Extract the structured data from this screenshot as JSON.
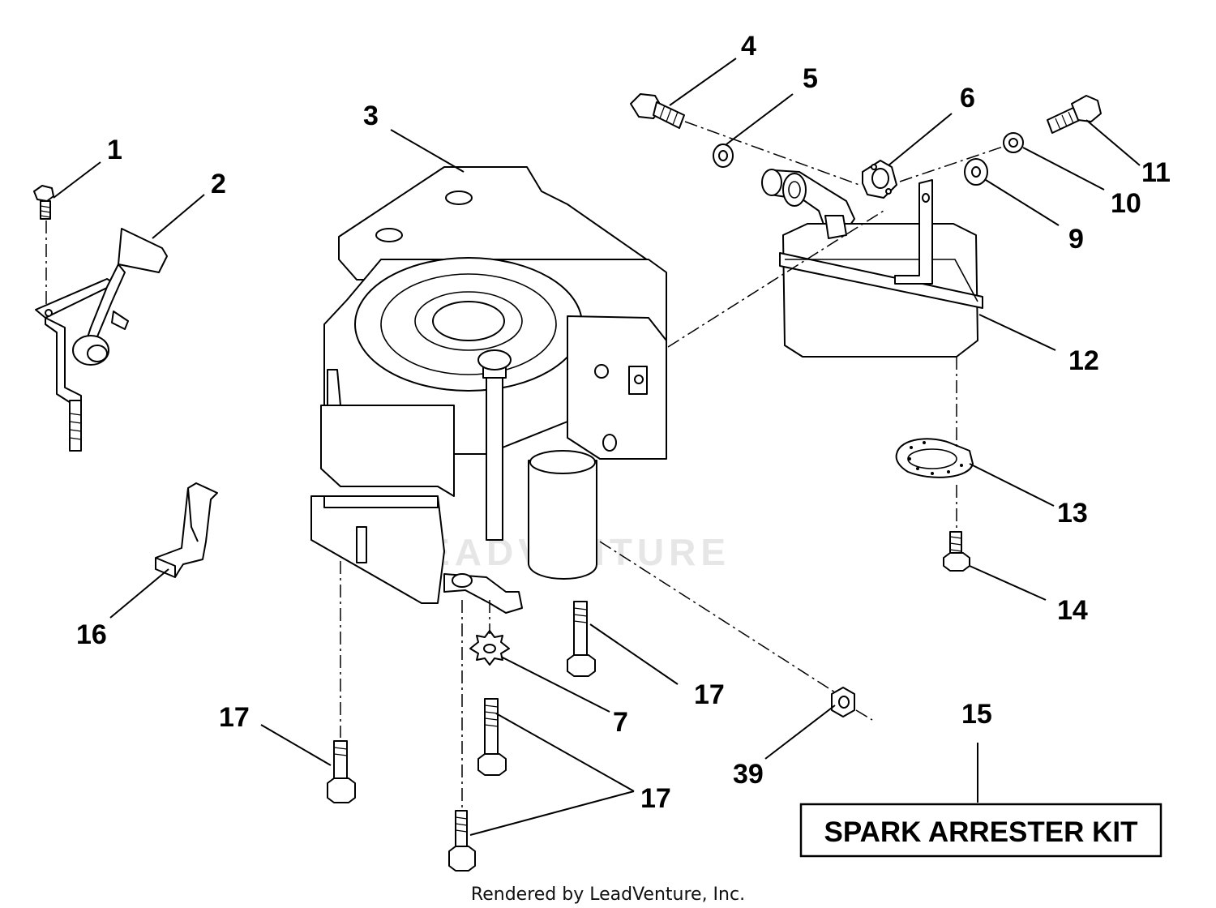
{
  "diagram": {
    "callouts": {
      "c1": "1",
      "c2": "2",
      "c3": "3",
      "c4": "4",
      "c5": "5",
      "c6": "6",
      "c7": "7",
      "c9": "9",
      "c10": "10",
      "c11": "11",
      "c12": "12",
      "c13": "13",
      "c14": "14",
      "c15": "15",
      "c16": "16",
      "c17a": "17",
      "c17b": "17",
      "c17c": "17",
      "c39": "39"
    },
    "kit_label": "SPARK ARRESTER KIT",
    "watermark": "LEADVENTURE",
    "footer": "Rendered by LeadVenture, Inc."
  }
}
